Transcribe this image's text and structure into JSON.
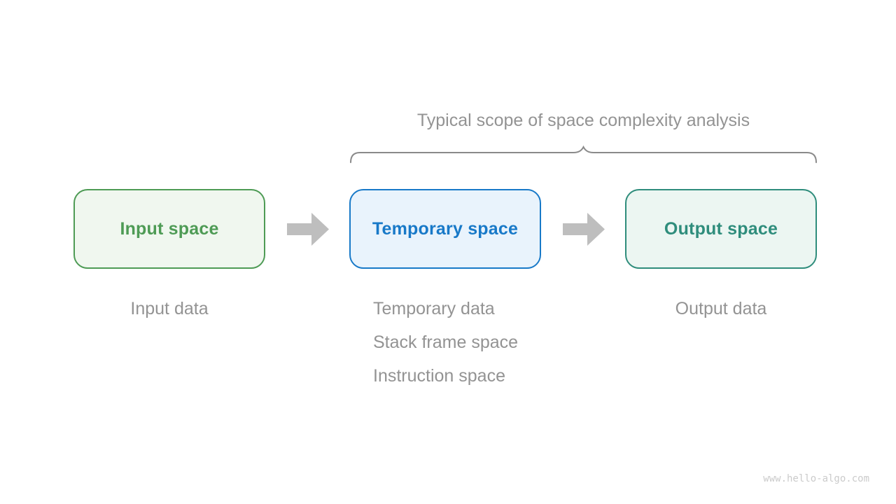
{
  "title": "Typical scope of space complexity analysis",
  "boxes": [
    {
      "id": "input",
      "label": "Input space"
    },
    {
      "id": "temporary",
      "label": "Temporary space"
    },
    {
      "id": "output",
      "label": "Output space"
    }
  ],
  "notes": {
    "input": "Input data",
    "temporary": [
      "Temporary data",
      "Stack frame space",
      "Instruction space"
    ],
    "output": "Output data"
  },
  "watermark": "www.hello-algo.com",
  "colors": {
    "green_border": "#4e9b55",
    "green_fill": "#f0f7ef",
    "green_text": "#4e9b55",
    "blue_border": "#1879c8",
    "blue_fill": "#e9f3fc",
    "blue_text": "#1879c8",
    "teal_border": "#2f8d7c",
    "teal_fill": "#ecf6f2",
    "teal_text": "#2f8d7c",
    "arrow": "#bebebe",
    "gray_text": "#939393",
    "brace": "#8a8a8a",
    "watermark": "#cbcbcb"
  }
}
